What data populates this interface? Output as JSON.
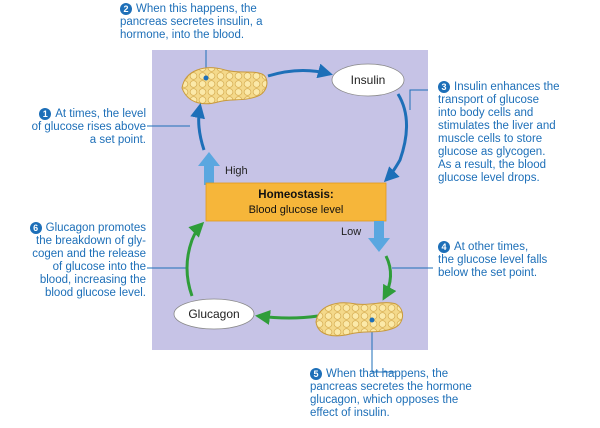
{
  "colors": {
    "panel": "#c6c3e6",
    "center_box": "#f6b63a",
    "blue": "#1d6fb8",
    "green": "#2f9d3a",
    "arrow_light": "#5aa7e0",
    "pancreas": "#f4d98a"
  },
  "center": {
    "title": "Homeostasis:",
    "subtitle": "Blood glucose level",
    "high_label": "High",
    "low_label": "Low"
  },
  "hormones": {
    "insulin": "Insulin",
    "glucagon": "Glucagon"
  },
  "icons": [
    "pancreas-icon",
    "pancreas-icon"
  ],
  "notes": [
    {
      "id": "1",
      "lines": [
        "At times, the level",
        "of glucose rises above",
        "a set point."
      ]
    },
    {
      "id": "2",
      "lines": [
        "When this happens, the",
        "pancreas secretes insulin, a",
        "hormone, into the blood."
      ]
    },
    {
      "id": "3",
      "lines": [
        "Insulin enhances the",
        "transport of glucose",
        "into body cells and",
        "stimulates the liver and",
        "muscle cells to store",
        "glucose as glycogen.",
        "As a result, the blood",
        "glucose level drops."
      ]
    },
    {
      "id": "4",
      "lines": [
        "At other times,",
        "the glucose level falls",
        "below the set point."
      ]
    },
    {
      "id": "5",
      "lines": [
        "When that happens, the",
        "pancreas secretes the hormone",
        "glucagon, which opposes the",
        "effect of insulin."
      ]
    },
    {
      "id": "6",
      "lines": [
        "Glucagon promotes",
        "the breakdown of gly-",
        "cogen and the release",
        "of glucose into the",
        "blood, increasing the",
        "blood glucose level."
      ]
    }
  ]
}
